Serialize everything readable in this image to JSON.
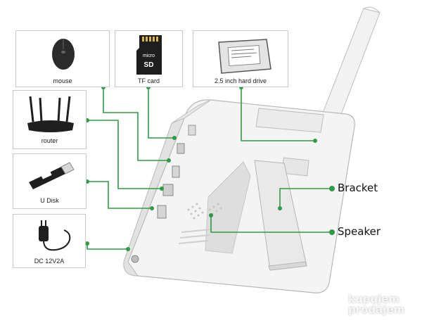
{
  "components": {
    "mouse": "mouse",
    "tf_card": "TF card",
    "tf_card_text_1": "micro",
    "tf_card_text_2": "SD",
    "hard_drive": "2.5 inch hard drive",
    "router": "router",
    "u_disk": "U Disk",
    "power": "DC 12V2A"
  },
  "callouts": {
    "bracket": "Bracket",
    "speaker": "Speaker"
  },
  "watermark": {
    "line1": "kupujem",
    "line2": "prodajem"
  },
  "colors": {
    "connector": "#2e9b47",
    "box_border": "#c9c9c9",
    "device": "#f1f1f1"
  }
}
